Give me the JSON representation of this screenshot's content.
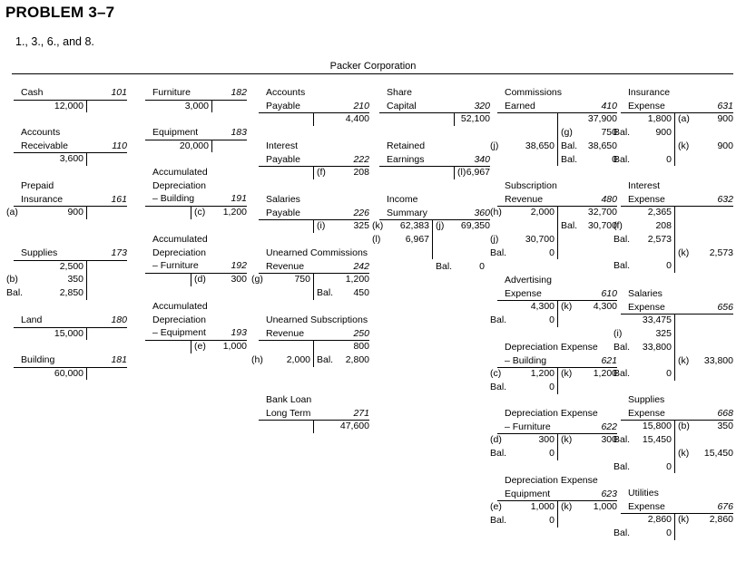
{
  "heading": {
    "title": "PROBLEM 3–7",
    "subtitle": "1., 3., 6., and 8.",
    "company": "Packer Corporation"
  },
  "accounts": {
    "cash": {
      "name": "Cash",
      "no": "101",
      "debit": [
        "12,000"
      ],
      "credit": []
    },
    "accounts_receivable": {
      "name": [
        "Accounts",
        "Receivable"
      ],
      "no": "110",
      "debit": [
        "3,600"
      ],
      "credit": []
    },
    "prepaid_insurance": {
      "name": [
        "Prepaid",
        "Insurance"
      ],
      "no": "161",
      "debit": [
        [
          "(a)",
          "900"
        ]
      ],
      "credit": []
    },
    "supplies": {
      "name": "Supplies",
      "no": "173",
      "debit": [
        [
          "",
          "2,500"
        ],
        [
          "(b)",
          "350"
        ],
        [
          "Bal.",
          "2,850"
        ]
      ],
      "credit": []
    },
    "land": {
      "name": "Land",
      "no": "180",
      "debit": [
        "15,000"
      ],
      "credit": []
    },
    "building": {
      "name": "Building",
      "no": "181",
      "debit": [
        "60,000"
      ],
      "credit": []
    },
    "furniture": {
      "name": "Furniture",
      "no": "182",
      "debit": [
        "3,000"
      ],
      "credit": []
    },
    "equipment": {
      "name": "Equipment",
      "no": "183",
      "debit": [
        "20,000"
      ],
      "credit": []
    },
    "accum_dep_building": {
      "name": [
        "Accumulated",
        "Depreciation",
        "– Building"
      ],
      "no": "191",
      "debit": [],
      "credit": [
        [
          "(c)",
          "1,200"
        ]
      ]
    },
    "accum_dep_furniture": {
      "name": [
        "Accumulated",
        "Depreciation",
        "– Furniture"
      ],
      "no": "192",
      "debit": [],
      "credit": [
        [
          "(d)",
          "300"
        ]
      ]
    },
    "accum_dep_equipment": {
      "name": [
        "Accumulated",
        "Depreciation",
        "– Equipment"
      ],
      "no": "193",
      "debit": [],
      "credit": [
        [
          "(e)",
          "1,000"
        ]
      ]
    },
    "accounts_payable": {
      "name": [
        "Accounts",
        "Payable"
      ],
      "no": "210",
      "debit": [],
      "credit": [
        "4,400"
      ]
    },
    "interest_payable": {
      "name": [
        "Interest",
        "Payable"
      ],
      "no": "222",
      "debit": [],
      "credit": [
        [
          "(f)",
          "208"
        ]
      ]
    },
    "salaries_payable": {
      "name": [
        "Salaries",
        "Payable"
      ],
      "no": "226",
      "debit": [],
      "credit": [
        [
          "(i)",
          "325"
        ]
      ]
    },
    "unearned_commissions": {
      "name": [
        "Unearned Commissions",
        "Revenue"
      ],
      "no": "242",
      "debit": [
        [
          "(g)",
          "750"
        ]
      ],
      "credit": [
        [
          "",
          "1,200"
        ],
        [
          "Bal.",
          "450"
        ]
      ]
    },
    "unearned_subscriptions": {
      "name": [
        "Unearned Subscriptions",
        "Revenue"
      ],
      "no": "250",
      "debit": [
        [
          "(h)",
          "2,000"
        ]
      ],
      "credit": [
        [
          "",
          "800"
        ],
        [
          "Bal.",
          "2,800"
        ]
      ]
    },
    "bank_loan": {
      "name": [
        "Bank Loan",
        "Long Term"
      ],
      "no": "271",
      "debit": [],
      "credit": [
        "47,600"
      ]
    },
    "share_capital": {
      "name": [
        "Share",
        "Capital"
      ],
      "no": "320",
      "debit": [],
      "credit": [
        "52,100"
      ]
    },
    "retained_earnings": {
      "name": [
        "Retained",
        "Earnings"
      ],
      "no": "340",
      "debit": [],
      "credit": [
        [
          "(l)",
          "6,967"
        ]
      ]
    },
    "income_summary": {
      "name": [
        "Income",
        "Summary"
      ],
      "no": "360",
      "debit": [
        [
          "(k)",
          "62,383"
        ],
        [
          "(l)",
          "6,967"
        ]
      ],
      "credit": [
        [
          "(j)",
          "69,350"
        ]
      ],
      "bal": [
        "Bal.",
        "0"
      ]
    },
    "commissions_earned": {
      "name": [
        "Commissions",
        "Earned"
      ],
      "no": "410",
      "debit": [
        [
          "(j)",
          "38,650"
        ]
      ],
      "credit": [
        [
          "",
          "37,900"
        ],
        [
          "(g)",
          "750"
        ],
        [
          "Bal.",
          "38,650"
        ],
        [
          "Bal.",
          "0"
        ]
      ]
    },
    "subscription_revenue": {
      "name": [
        "Subscription",
        "Revenue"
      ],
      "no": "480",
      "debit": [
        [
          "(h)",
          "2,000"
        ],
        [
          "(j)",
          "30,700"
        ],
        [
          "Bal.",
          "0"
        ]
      ],
      "credit": [
        [
          "",
          "32,700"
        ],
        [
          "Bal.",
          "30,700"
        ]
      ]
    },
    "advertising_expense": {
      "name": [
        "Advertising",
        "Expense"
      ],
      "no": "610",
      "debit": [
        [
          "",
          "4,300"
        ],
        [
          "Bal.",
          "0"
        ]
      ],
      "credit": [
        [
          "(k)",
          "4,300"
        ]
      ]
    },
    "dep_exp_building": {
      "name": [
        "Depreciation Expense",
        "– Building"
      ],
      "no": "621",
      "debit": [
        [
          "(c)",
          "1,200"
        ],
        [
          "Bal.",
          "0"
        ]
      ],
      "credit": [
        [
          "(k)",
          "1,200"
        ]
      ]
    },
    "dep_exp_furniture": {
      "name": [
        "Depreciation Expense",
        "– Furniture"
      ],
      "no": "622",
      "debit": [
        [
          "(d)",
          "300"
        ],
        [
          "Bal.",
          "0"
        ]
      ],
      "credit": [
        [
          "(k)",
          "300"
        ]
      ]
    },
    "dep_exp_equipment": {
      "name": [
        "Depreciation Expense",
        "Equipment"
      ],
      "no": "623",
      "debit": [
        [
          "(e)",
          "1,000"
        ],
        [
          "Bal.",
          "0"
        ]
      ],
      "credit": [
        [
          "(k)",
          "1,000"
        ]
      ]
    },
    "insurance_expense": {
      "name": [
        "Insurance",
        "Expense"
      ],
      "no": "631",
      "debit": [
        [
          "",
          "1,800"
        ],
        [
          "Bal.",
          "900"
        ],
        [
          "Bal.",
          "0"
        ]
      ],
      "credit": [
        [
          "(a)",
          "900"
        ],
        [
          "(k)",
          "900"
        ]
      ]
    },
    "interest_expense": {
      "name": [
        "Interest",
        "Expense"
      ],
      "no": "632",
      "debit": [
        [
          "",
          "2,365"
        ],
        [
          "(f)",
          "208"
        ],
        [
          "Bal.",
          "2,573"
        ],
        [
          "Bal.",
          "0"
        ]
      ],
      "credit": [
        [
          "(k)",
          "2,573"
        ]
      ]
    },
    "salaries_expense": {
      "name": [
        "Salaries",
        "Expense"
      ],
      "no": "656",
      "debit": [
        [
          "",
          "33,475"
        ],
        [
          "(i)",
          "325"
        ],
        [
          "Bal.",
          "33,800"
        ],
        [
          "Bal.",
          "0"
        ]
      ],
      "credit": [
        [
          "(k)",
          "33,800"
        ]
      ]
    },
    "supplies_expense": {
      "name": [
        "Supplies",
        "Expense"
      ],
      "no": "668",
      "debit": [
        [
          "",
          "15,800"
        ],
        [
          "Bal.",
          "15,450"
        ],
        [
          "Bal.",
          "0"
        ]
      ],
      "credit": [
        [
          "(b)",
          "350"
        ],
        [
          "(k)",
          "15,450"
        ]
      ]
    },
    "utilities_expense": {
      "name": [
        "Utilities",
        "Expense"
      ],
      "no": "676",
      "debit": [
        [
          "",
          "2,860"
        ],
        [
          "Bal.",
          "0"
        ]
      ],
      "credit": [
        [
          "(k)",
          "2,860"
        ]
      ]
    }
  }
}
